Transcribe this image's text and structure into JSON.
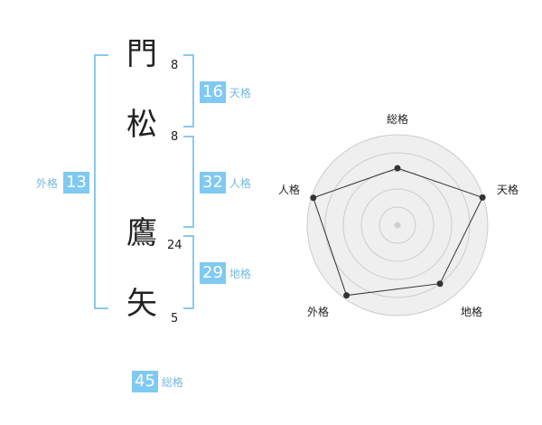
{
  "name_chars": [
    {
      "char": "門",
      "strokes": "8"
    },
    {
      "char": "松",
      "strokes": "8"
    },
    {
      "char": "鷹",
      "strokes": "24"
    },
    {
      "char": "矢",
      "strokes": "5"
    }
  ],
  "kaku": {
    "tenkaku": {
      "label": "天格",
      "value": "16"
    },
    "jinkaku": {
      "label": "人格",
      "value": "32"
    },
    "chikaku": {
      "label": "地格",
      "value": "29"
    },
    "gaikaku": {
      "label": "外格",
      "value": "13"
    },
    "soukaku": {
      "label": "総格",
      "value": "45"
    }
  },
  "radar": {
    "axes": [
      "総格",
      "天格",
      "地格",
      "外格",
      "人格"
    ],
    "levels": [
      0.63,
      0.99,
      0.8,
      0.96,
      0.98
    ],
    "colors": {
      "fill": "#efefef",
      "ring": "#cccccc",
      "line": "#333333",
      "dot": "#333333",
      "center": "#cfcfcf"
    }
  }
}
